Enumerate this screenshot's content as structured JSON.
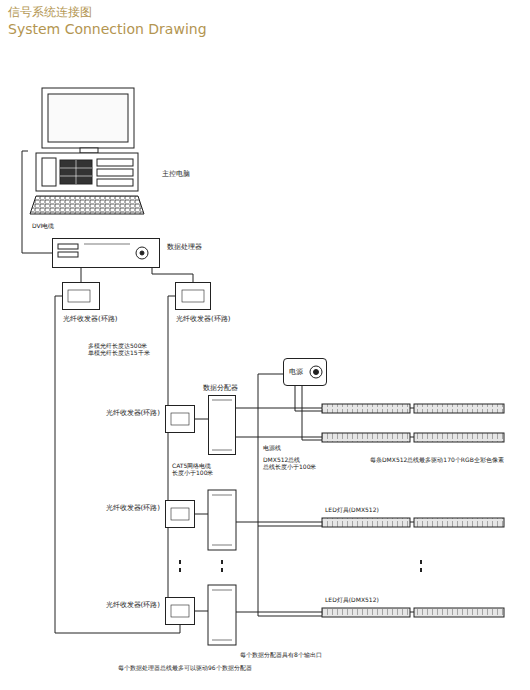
{
  "diagram": {
    "title": "信号系统连接图",
    "nodes": [
      {
        "text": [
          "主控电脑"
        ]
      },
      {
        "text": [
          "数据处理器"
        ]
      },
      {
        "text": [
          "光纤收发器(环路)"
        ]
      },
      {
        "text": [
          "光纤收发器(环路)"
        ]
      },
      {
        "text": [
          "电源"
        ]
      },
      {
        "text": [
          "数据分配器"
        ]
      },
      {
        "text": [
          "光纤收发器(环路)"
        ]
      },
      {
        "text": [
          "光纤收发器(环路)"
        ]
      },
      {
        "text": [
          "光纤收发器(环路)"
        ]
      }
    ],
    "edges": [
      {
        "from": 0,
        "to": 1,
        "arrow": "none"
      },
      {
        "from": 1,
        "to": 2,
        "arrow": "none"
      },
      {
        "from": 1,
        "to": 3,
        "arrow": "none"
      },
      {
        "from": 3,
        "to": 6,
        "arrow": "none"
      },
      {
        "from": 6,
        "to": 7,
        "arrow": "none"
      },
      {
        "from": 7,
        "to": 8,
        "arrow": "none"
      },
      {
        "from": 2,
        "to": 8,
        "arrow": "none"
      },
      {
        "from": 6,
        "to": 5,
        "arrow": "none"
      }
    ],
    "labels": [
      "System Connection Drawing",
      "DVI电缆",
      "多模光纤长度达500米 单模光纤长度达15千米",
      "CAT5网络电缆 长度小于100米",
      "电源线",
      "DMX512总线 总线长度小于100米",
      "每条DMX512总线最多驱动170个RGB全彩色像素",
      "LED灯具(DMX512)",
      "LED灯具(DMX512)",
      "每个数据分配器具有8个输出口",
      "每个数据处理器总线最多可以驱动96个数据分配器"
    ]
  }
}
